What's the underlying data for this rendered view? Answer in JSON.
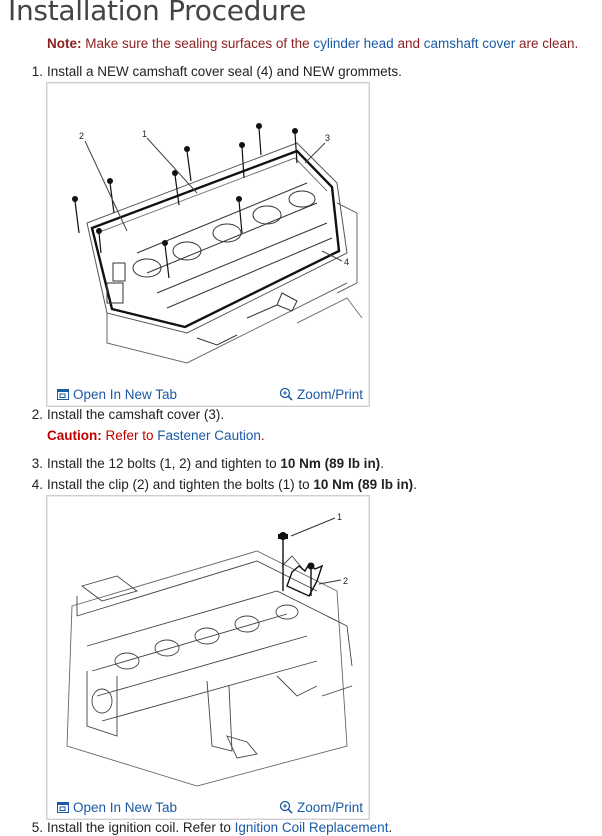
{
  "title": "Installation Procedure",
  "note": {
    "label": "Note:",
    "text_1": " Make sure the sealing surfaces of the ",
    "link_1": "cylinder head",
    "text_2": " and ",
    "link_2": "camshaft cover",
    "text_3": " are clean."
  },
  "steps": [
    {
      "num": "1.",
      "text": "Install a NEW camshaft cover seal (4) and NEW grommets."
    },
    {
      "num": "2.",
      "text": "Install the camshaft cover (3)."
    },
    {
      "num": "3.",
      "text_1": "Install the 12 bolts (1, 2) and tighten to ",
      "torque": "10 Nm (89 lb in)",
      "text_2": "."
    },
    {
      "num": "4.",
      "text_1": "Install the clip (2) and tighten the bolts (1) to ",
      "torque": "10 Nm (89 lb in)",
      "text_2": "."
    },
    {
      "num": "5.",
      "text_1": "Install the ignition coil. Refer to ",
      "link": "Ignition Coil Replacement",
      "text_2": "."
    }
  ],
  "caution": {
    "label": "Caution:",
    "text": " Refer to ",
    "link": "Fastener Caution",
    "text_2": "."
  },
  "figures": [
    {
      "open_label": "Open In New Tab",
      "zoom_label": "Zoom/Print",
      "callouts": [
        "1",
        "2",
        "3",
        "4"
      ]
    },
    {
      "open_label": "Open In New Tab",
      "zoom_label": "Zoom/Print",
      "callouts": [
        "1",
        "2"
      ]
    }
  ],
  "colors": {
    "link": "#1a5aa6",
    "note": "#8b1f1f",
    "caution": "#c00000"
  }
}
